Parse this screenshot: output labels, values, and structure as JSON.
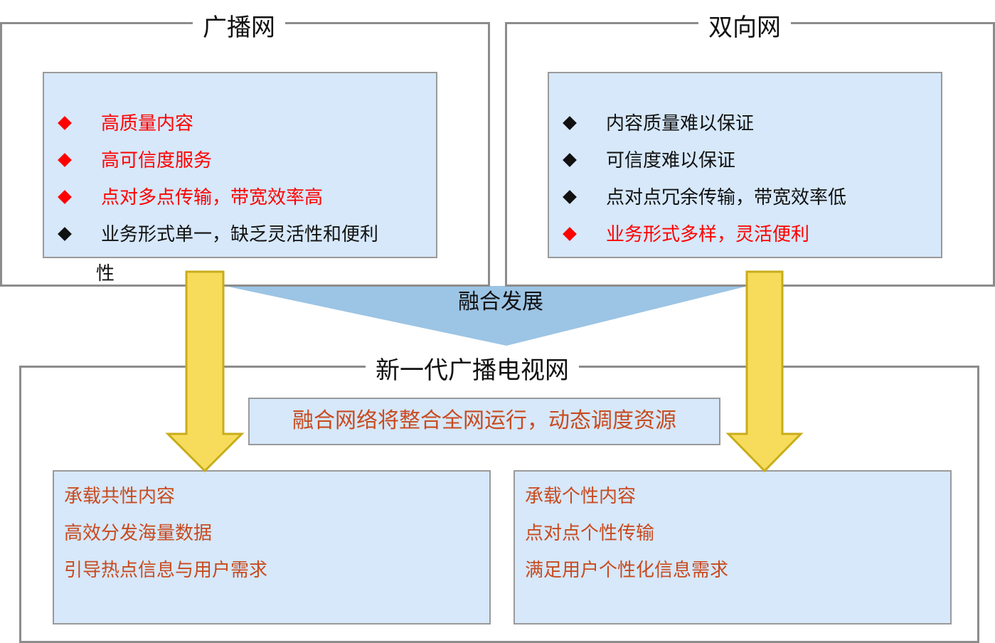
{
  "colors": {
    "frame_border": "#8c8c8c",
    "panel_fill": "#d6e8fa",
    "panel_border": "#9a9a9a",
    "highlight_red": "#ff0000",
    "orange_text": "#c94a1f",
    "arrow_fill": "#f7dc5c",
    "arrow_stroke": "#c8ad1a",
    "merge_fill": "#9cc4e4"
  },
  "broadcast": {
    "title": "广播网",
    "items": [
      {
        "text": "高质量内容",
        "color": "#ff0000",
        "icon": "diamond-bullet"
      },
      {
        "text": "高可信度服务",
        "color": "#ff0000",
        "icon": "diamond-bullet"
      },
      {
        "text": "点对多点传输，带宽效率高",
        "color": "#ff0000",
        "icon": "diamond-bullet"
      },
      {
        "text": "业务形式单一，缺乏灵活性和便利",
        "color": "#111111",
        "icon": "diamond-bullet"
      }
    ],
    "overflow": "性"
  },
  "interactive": {
    "title": "双向网",
    "items": [
      {
        "text": "内容质量难以保证",
        "color": "#111111",
        "icon": "diamond-bullet"
      },
      {
        "text": "可信度难以保证",
        "color": "#111111",
        "icon": "diamond-bullet"
      },
      {
        "text": "点对点冗余传输，带宽效率低",
        "color": "#111111",
        "icon": "diamond-bullet"
      },
      {
        "text": "业务形式多样，灵活便利",
        "color": "#ff0000",
        "icon": "diamond-bullet"
      }
    ]
  },
  "merge": {
    "label": "融合发展"
  },
  "next_gen": {
    "title": "新一代广播电视网",
    "center_text": "融合网络将整合全网运行，动态调度资源",
    "left_items": [
      "承载共性内容",
      "高效分发海量数据",
      "引导热点信息与用户需求"
    ],
    "right_items": [
      "承载个性内容",
      "点对点个性传输",
      "满足用户个性化信息需求"
    ]
  }
}
